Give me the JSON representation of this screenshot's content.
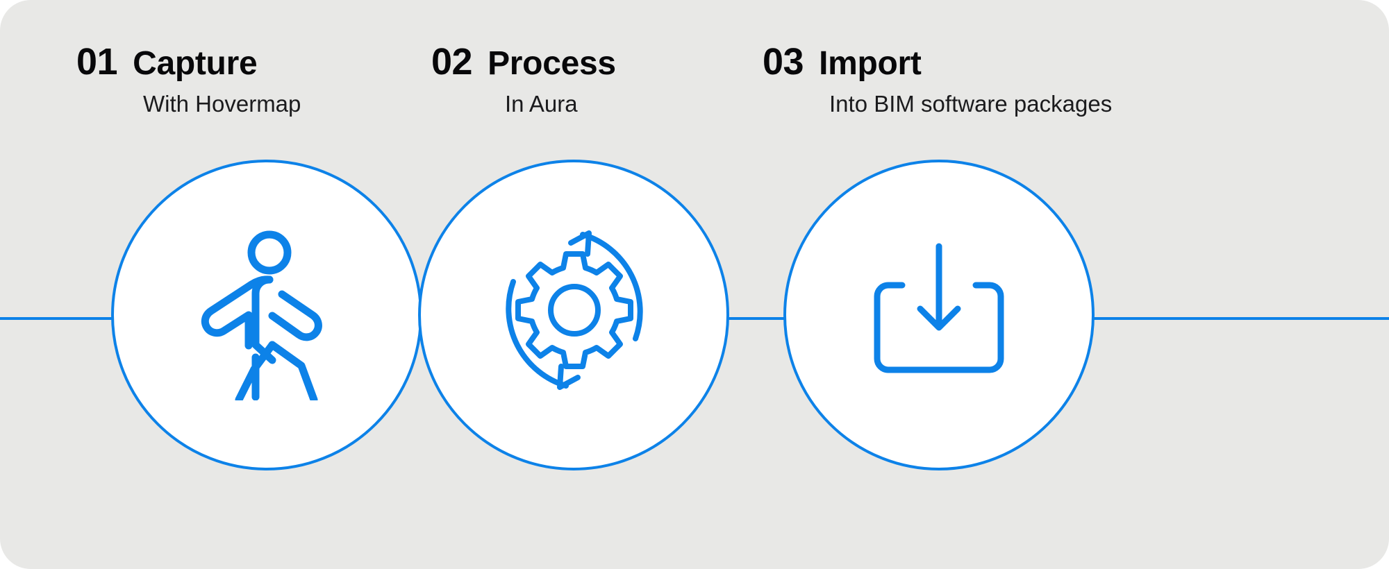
{
  "theme": {
    "background": "#e8e8e6",
    "accent": "#0d82e8",
    "circle_fill": "#ffffff",
    "text": "#08080a",
    "subtext": "#1b1b1d"
  },
  "process": {
    "steps": [
      {
        "number": "01",
        "title": "Capture",
        "subtitle": "With Hovermap",
        "icon": "walking-person-icon"
      },
      {
        "number": "02",
        "title": "Process",
        "subtitle": "In Aura",
        "icon": "gear-refresh-icon"
      },
      {
        "number": "03",
        "title": "Import",
        "subtitle": "Into BIM software packages",
        "icon": "download-tray-icon"
      }
    ]
  }
}
